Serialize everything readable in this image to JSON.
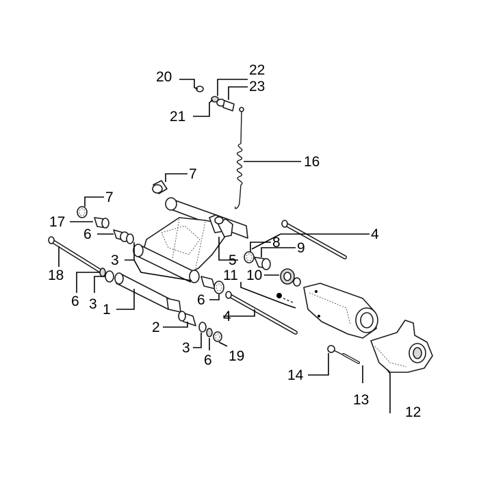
{
  "callouts": {
    "c1": "1",
    "c2": "2",
    "c3a": "3",
    "c3b": "3",
    "c3c": "3",
    "c4a": "4",
    "c4b": "4",
    "c5": "5",
    "c6a": "6",
    "c6b": "6",
    "c6c": "6",
    "c6d": "6",
    "c7a": "7",
    "c7b": "7",
    "c8": "8",
    "c9": "9",
    "c10": "10",
    "c11": "11",
    "c12": "12",
    "c13": "13",
    "c14": "14",
    "c16": "16",
    "c17": "17",
    "c18": "18",
    "c19": "19",
    "c20": "20",
    "c21": "21",
    "c22": "22",
    "c23": "23"
  }
}
